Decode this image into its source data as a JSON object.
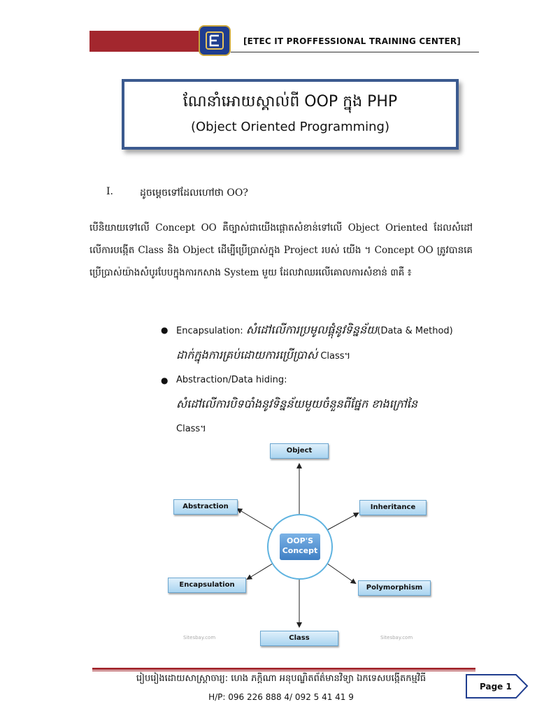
{
  "header": {
    "org_name": "[ETEC IT PROFFESSIONAL TRAINING CENTER]",
    "logo_icon": "etec-logo",
    "accent_color": "#a3272e"
  },
  "title": {
    "line1": "ណែនាំអោយស្គាល់ពី OOP ក្នុង PHP",
    "line2": "(Object Oriented Programming)"
  },
  "section": {
    "number": "I.",
    "heading": "ដូចម្ដេចទៅដែលហៅថា OO?"
  },
  "paragraph": "បើនិយាយទៅលើ Concept OO គឺច្បាស់ជាយើងផ្តោតសំខាន់ទៅលើ Object Oriented ដែលសំដៅលើការបង្កើត Class និង Object ដើម្បីប្រើប្រាស់ក្នុង Project របស់ យើង ។ Concept OO ត្រូវបានគេប្រើប្រាស់យ៉ាងសំបូរបែបក្នុងការកសាង System មួយ ដែលវាឈរលើគោលការសំខាន់ ៣គឺ ៖",
  "bullets": [
    {
      "term": "Encapsulation: ",
      "desc1": "សំដៅលើការប្រមូលផ្តុំនូវទិន្នន័យ",
      "tail1": "(Data & Method) ",
      "desc2": "ដាក់ក្នុងការគ្រប់ដោយការប្រើប្រាស់",
      "tail2": " Class។"
    },
    {
      "term": "Abstraction/Data hiding:",
      "desc1": "សំដៅលើការបិទបាំងនូវទិន្នន័យមួយចំនួនពីផ្នែក ខាងក្រៅនៃ",
      "tail1": "Class។"
    }
  ],
  "diagram": {
    "center_line1": "OOP'S",
    "center_line2": "Concept",
    "nodes": {
      "object": "Object",
      "abstraction": "Abstraction",
      "inheritance": "Inheritance",
      "encapsulation": "Encapsulation",
      "polymorphism": "Polymorphism",
      "class": "Class"
    },
    "watermark_left": "Sitesbay.com",
    "watermark_right": "Sitesbay.com"
  },
  "footer": {
    "author": "រៀបរៀងដោយសាស្ត្រាចារ្យ: ហេង ភក្តិណា អនុបណ្ឌិតព័ត៌មានវិទ្យា ឯកទេសបង្កើតកម្មវិធី",
    "phone": "H/P: 096 226 888 4/ 092 5 41 41 9",
    "page_label": "Page 1"
  }
}
